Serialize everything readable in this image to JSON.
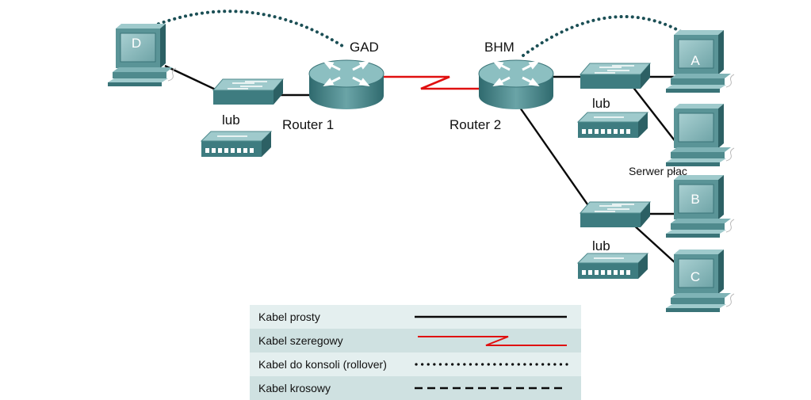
{
  "devices": {
    "router1": {
      "hostname": "GAD",
      "label": "Router 1"
    },
    "router2": {
      "hostname": "BHM",
      "label": "Router 2"
    },
    "pc_d": {
      "label": "D"
    },
    "pc_a": {
      "label": "A"
    },
    "pc_b": {
      "label": "B"
    },
    "pc_c": {
      "label": "C"
    },
    "server": {
      "label": "Serwer płac"
    },
    "switch_left": {
      "alt_label": "lub"
    },
    "switch_right_top": {
      "alt_label": "lub"
    },
    "switch_right_bottom": {
      "alt_label": "lub"
    }
  },
  "legend": [
    {
      "label": "Kabel prosty",
      "cable": "straight"
    },
    {
      "label": "Kabel szeregowy",
      "cable": "serial"
    },
    {
      "label": "Kabel do konsoli (rollover)",
      "cable": "rollover"
    },
    {
      "label": "Kabel krosowy",
      "cable": "crossover"
    }
  ],
  "colors": {
    "device": "#4f8a8d",
    "device_light": "#8fbfc1",
    "serial": "#e01010",
    "console": "#1b4f55"
  }
}
